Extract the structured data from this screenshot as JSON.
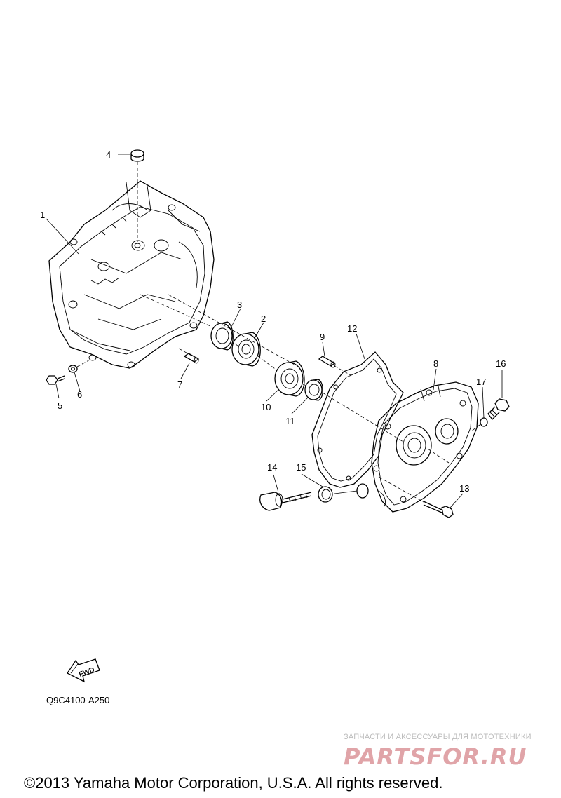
{
  "callouts": [
    {
      "id": "1",
      "label": "1"
    },
    {
      "id": "2",
      "label": "2"
    },
    {
      "id": "3",
      "label": "3"
    },
    {
      "id": "4",
      "label": "4"
    },
    {
      "id": "5",
      "label": "5"
    },
    {
      "id": "6",
      "label": "6"
    },
    {
      "id": "7",
      "label": "7"
    },
    {
      "id": "8",
      "label": "8"
    },
    {
      "id": "9",
      "label": "9"
    },
    {
      "id": "10",
      "label": "10"
    },
    {
      "id": "11",
      "label": "11"
    },
    {
      "id": "12",
      "label": "12"
    },
    {
      "id": "13",
      "label": "13"
    },
    {
      "id": "14",
      "label": "14"
    },
    {
      "id": "15",
      "label": "15"
    },
    {
      "id": "16",
      "label": "16"
    },
    {
      "id": "17",
      "label": "17"
    }
  ],
  "fwd_label": "FWD",
  "diagram_code": "Q9C4100-A250",
  "watermark": {
    "tagline": "ЗАПЧАСТИ И АКСЕССУАРЫ ДЛЯ МОТОТЕХНИКИ",
    "logo_text": "PARTSFOR.RU",
    "color": "#e0a4a8"
  },
  "copyright": "©2013 Yamaha Motor Corporation, U.S.A. All rights reserved."
}
